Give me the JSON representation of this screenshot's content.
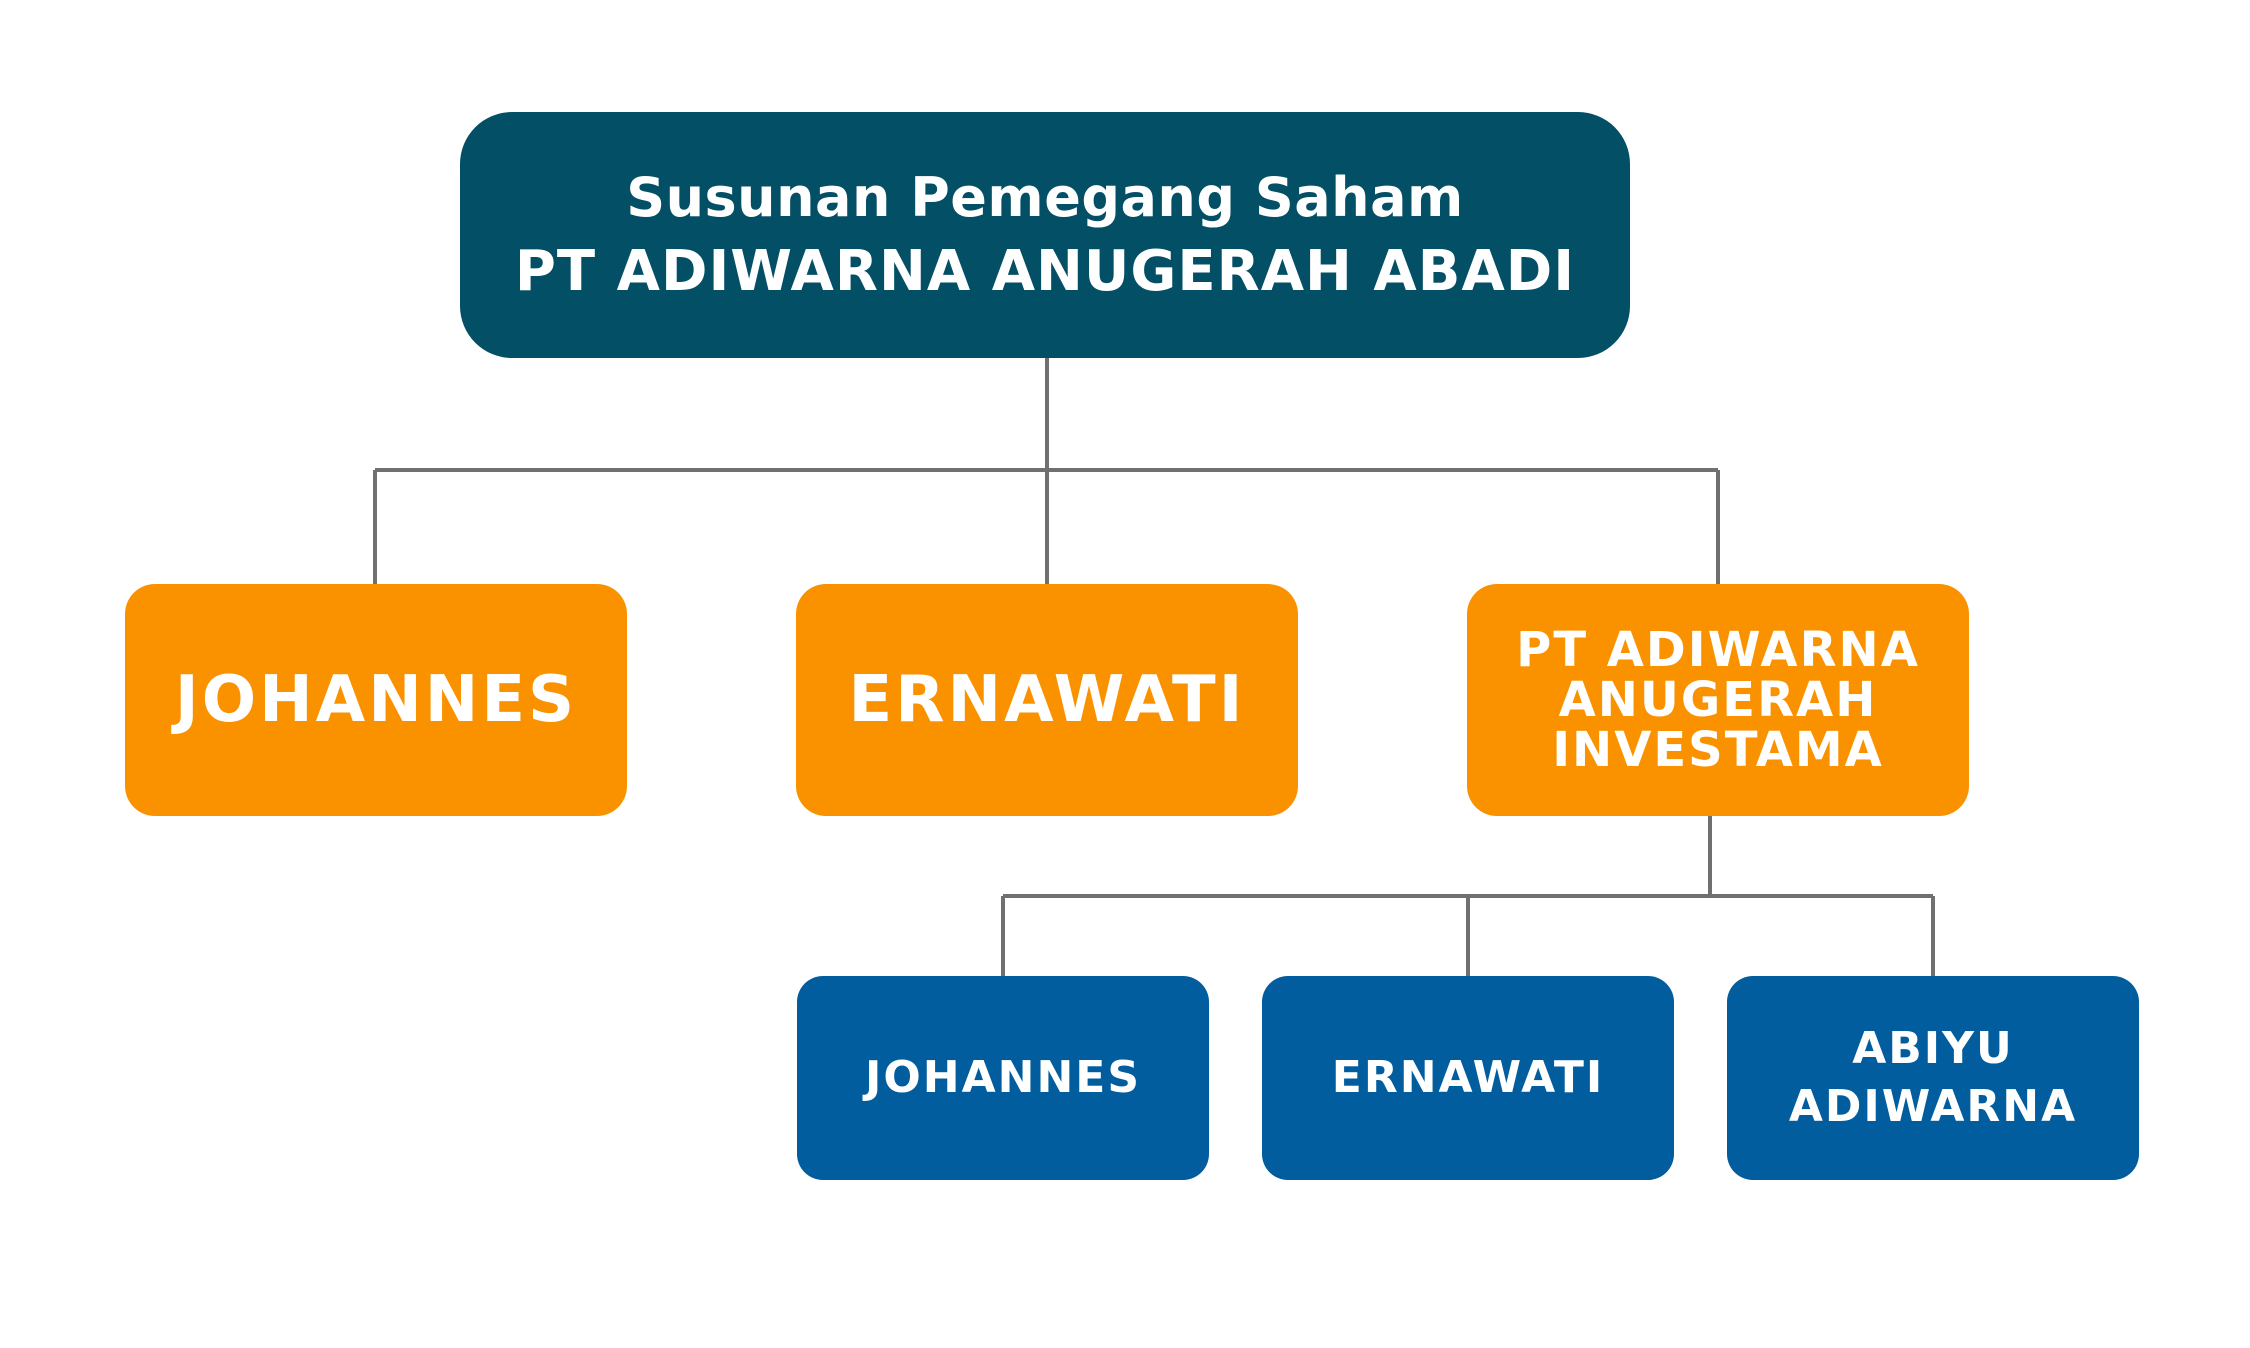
{
  "diagram": {
    "title": {
      "line1": "Susunan Pemegang Saham",
      "line2": "PT ADIWARNA ANUGERAH ABADI"
    },
    "shareholders": [
      {
        "lines": [
          "JOHANNES"
        ]
      },
      {
        "lines": [
          "ERNAWATI"
        ]
      },
      {
        "lines": [
          "PT ADIWARNA",
          "ANUGERAH",
          "INVESTAMA"
        ]
      }
    ],
    "sub_shareholders": [
      {
        "lines": [
          "JOHANNES"
        ]
      },
      {
        "lines": [
          "ERNAWATI"
        ]
      },
      {
        "lines": [
          "ABIYU",
          "ADIWARNA"
        ]
      }
    ],
    "colors": {
      "root": "#034f66",
      "shareholder": "#fa9200",
      "sub_shareholder": "#015d9d",
      "connector": "#707070"
    }
  }
}
